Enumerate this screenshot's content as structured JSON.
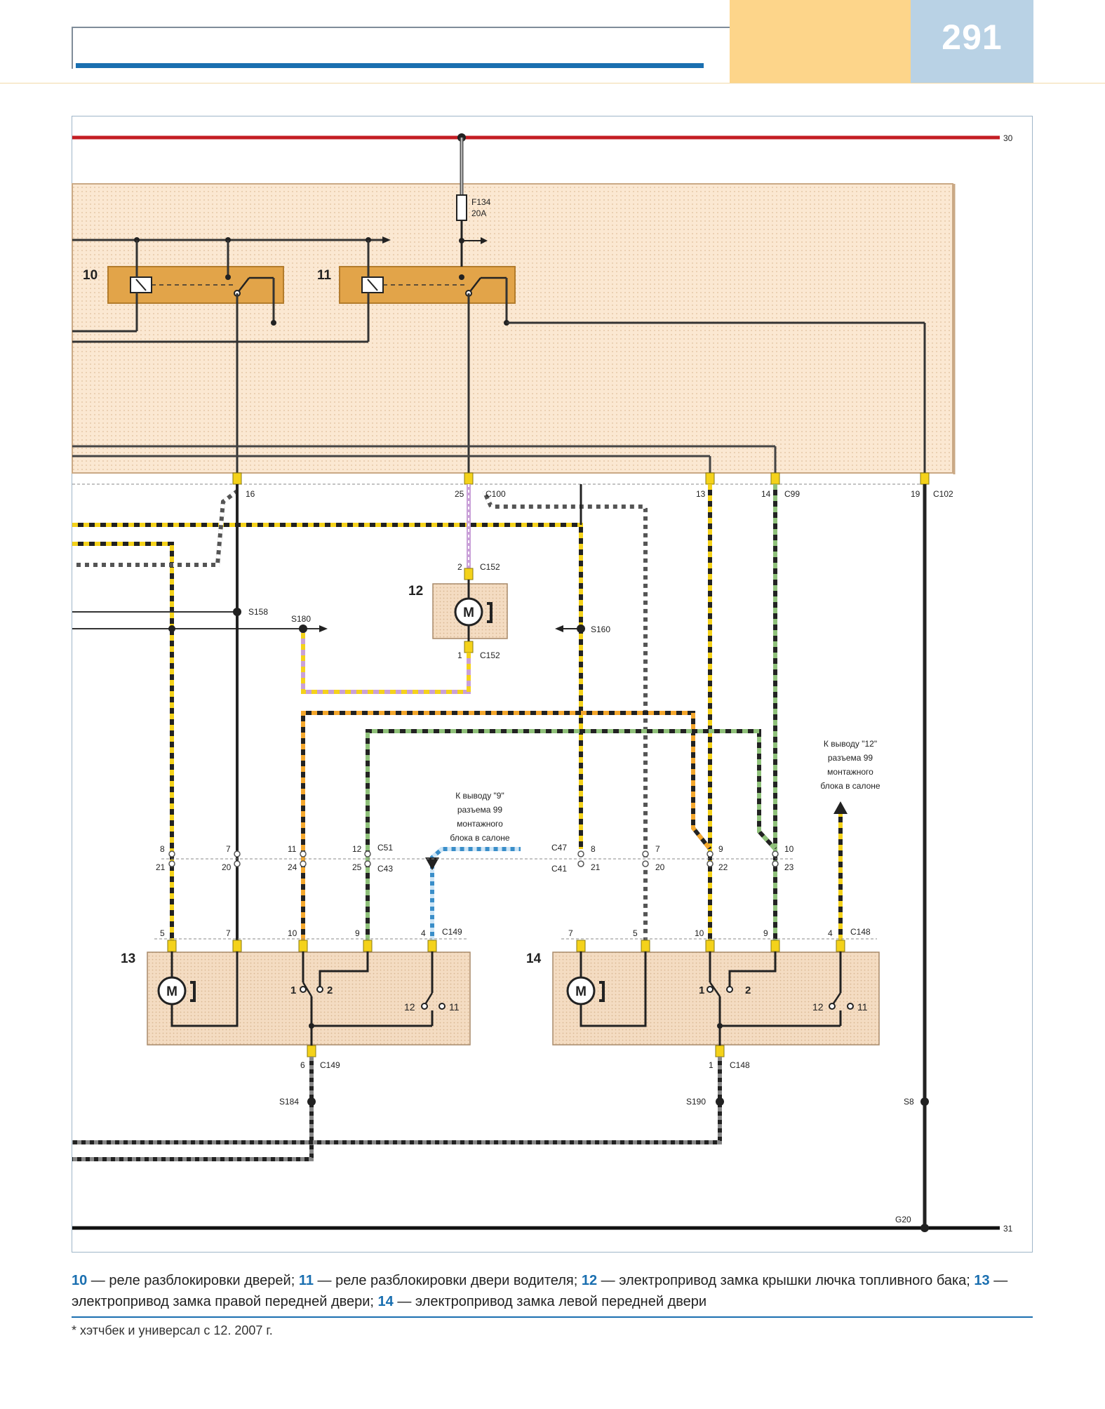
{
  "page": {
    "number": "291"
  },
  "caption": [
    {
      "num": "10",
      "text": " — реле разблокировки дверей; "
    },
    {
      "num": "11",
      "text": " — реле разблокировки двери водителя; "
    },
    {
      "num": "12",
      "text": " — электропривод замка крышки лючка топливного бака; "
    },
    {
      "num": "13",
      "text": " — электропривод замка правой передней двери; "
    },
    {
      "num": "14",
      "text": " — электропривод замка левой передней двери"
    }
  ],
  "footnote": "* хэтчбек и универсал с 12. 2007 г.",
  "diagram": {
    "terminal_30": "30",
    "terminal_31": "31",
    "fuse": {
      "name": "F134",
      "rating": "20A"
    },
    "components": {
      "relay_10": "10",
      "relay_11": "11",
      "motor_12": "12",
      "lock_13": "13",
      "lock_14": "14"
    },
    "motor_symbol": "M",
    "connectors": {
      "c100": "C100",
      "c99": "C99",
      "c102": "C102",
      "c152_top": "C152",
      "c152_bottom": "C152",
      "c51": "C51",
      "c43": "C43",
      "c47": "C47",
      "c41": "C41",
      "c149_top": "C149",
      "c149_bottom": "C149",
      "c148_top": "C148",
      "c148_bottom": "C148"
    },
    "splices": {
      "s158": "S158",
      "s180": "S180",
      "s160": "S160",
      "s184": "S184",
      "s190": "S190",
      "s8": "S8"
    },
    "ground": "G20",
    "pins": {
      "p16": "16",
      "p25": "25",
      "p13": "13",
      "p14": "14",
      "p19": "19",
      "c152_2": "2",
      "c152_1": "1",
      "c51_8": "8",
      "c51_7": "7",
      "c51_11": "11",
      "c51_12": "12",
      "c43_21": "21",
      "c43_20": "20",
      "c43_24": "24",
      "c43_25": "25",
      "c47_8": "8",
      "c47_7": "7",
      "c47_9": "9",
      "c47_10": "10",
      "c41_21": "21",
      "c41_20": "20",
      "c41_22": "22",
      "c41_23": "23",
      "c149_5": "5",
      "c149_7": "7",
      "c149_10": "10",
      "c149_9": "9",
      "c149_4": "4",
      "c149_6": "6",
      "c148_7": "7",
      "c148_5": "5",
      "c148_10": "10",
      "c148_9": "9",
      "c148_4": "4",
      "c148_1": "1",
      "sw13_1": "1",
      "sw13_2": "2",
      "sw13_12": "12",
      "sw13_11": "11",
      "sw14_1": "1",
      "sw14_2": "2",
      "sw14_12": "12",
      "sw14_11": "11"
    },
    "note_9": [
      "К выводу \"9\"",
      "разъема 99",
      "монтажного",
      "блока в салоне"
    ],
    "note_12": [
      "К выводу \"12\"",
      "разъема 99",
      "монтажного",
      "блока в салоне"
    ]
  }
}
